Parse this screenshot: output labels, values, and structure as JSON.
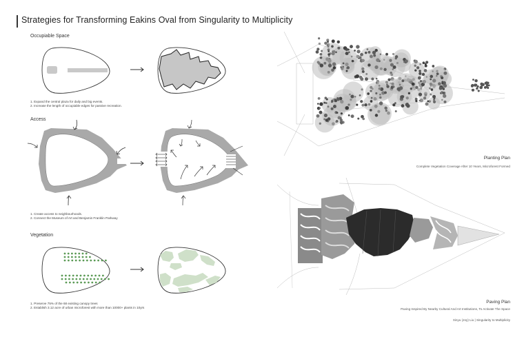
{
  "title": "Strategies for Transforming Eakins Oval from Singularity to Multiplicity",
  "sections": {
    "occupiable": {
      "heading": "Occupiable Space",
      "notes": [
        "1. Expand the central plaza for daily and big events.",
        "2. Increase the length of occupiable edges for passive recreation."
      ]
    },
    "access": {
      "heading": "Access",
      "notes": [
        "1. Create access to neighbourhoods.",
        "2. Connect the Museum of Art and Benjamin Franklin Parkway"
      ]
    },
    "vegetation": {
      "heading": "Vegetation",
      "notes": [
        "1. Preserve 75% of the 68 existing canopy trees",
        "2. Establish 3.12 acre of urban microforest with more than 10000+ plants in 10yrs"
      ]
    }
  },
  "plans": {
    "planting": {
      "label": "Planting Plan",
      "caption": "Complete Vegetation Coverage After 10 Years, Microforest Formed"
    },
    "paving": {
      "label": "Paving Plan",
      "caption": "Paving Inspired By Nearby Cultural And Art Institutions, To Activate The Space"
    }
  },
  "credit": "Xinyu (Joy) Liu | Singularity to Multiplicity",
  "colors": {
    "wall_gray": "#a9a9a9",
    "plaza_gray": "#c6c6c6",
    "tree_green": "#5b9a55",
    "forest_green": "#cfe0c9",
    "paving_dark": "#2b2b2b"
  }
}
